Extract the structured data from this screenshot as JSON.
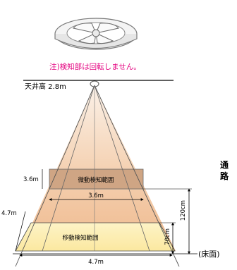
{
  "note": "注)検知部は回転しません。",
  "ceiling_height_label": "天井高 2.8m",
  "zones": {
    "micro": "微動検知範囲",
    "movement": "移動検知範囲"
  },
  "dimensions": {
    "micro_width": "3.6m",
    "micro_depth": "3.6m",
    "movement_width": "4.7m",
    "movement_depth": "4.7m",
    "height_micro": "120cm",
    "height_movement": "70cm"
  },
  "side_label": {
    "top": "通",
    "bottom": "路"
  },
  "floor_label": "(床面)",
  "colors": {
    "note": "#e4007f",
    "micro_zone": "#cfa584",
    "movement_zone": "#fbe8a0",
    "cone": "#efb98e"
  }
}
